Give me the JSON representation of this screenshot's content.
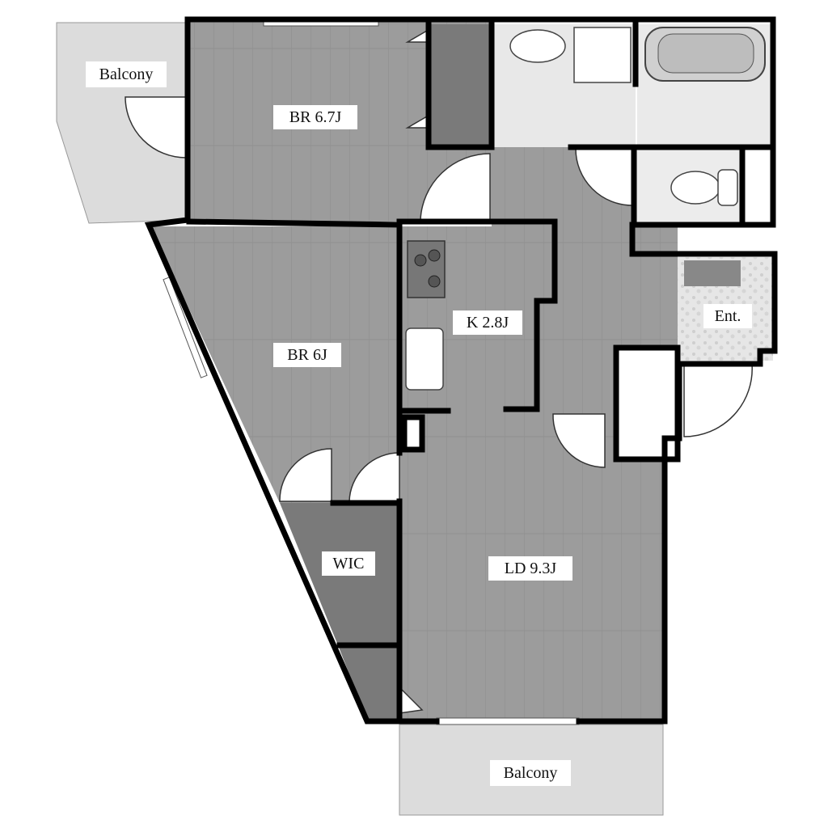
{
  "floor_plan": {
    "rooms": [
      {
        "id": "br1",
        "label": "BR 6.7J"
      },
      {
        "id": "br2",
        "label": "BR 6J"
      },
      {
        "id": "kitchen",
        "label": "K 2.8J"
      },
      {
        "id": "wic",
        "label": "WIC"
      },
      {
        "id": "ld",
        "label": "LD 9.3J"
      },
      {
        "id": "entrance",
        "label": "Ent."
      },
      {
        "id": "balcony_top",
        "label": "Balcony"
      },
      {
        "id": "balcony_bottom",
        "label": "Balcony"
      }
    ],
    "colors": {
      "floor": "#9a9a9a",
      "storage": "#7a7a7a",
      "balcony": "#dcdcdc",
      "wet_area": "#e8e8e8",
      "wall": "#000000"
    }
  }
}
